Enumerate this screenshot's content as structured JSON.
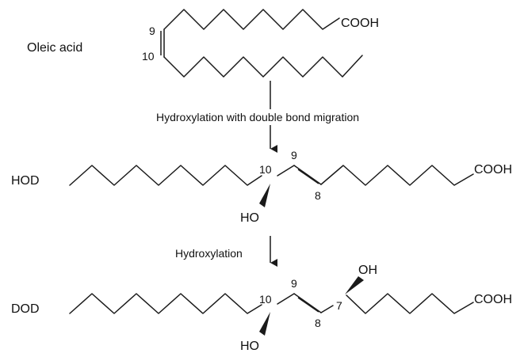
{
  "molecules": {
    "oleic": {
      "name": "Oleic acid",
      "cooh": "COOH",
      "c9": "9",
      "c10": "10"
    },
    "hod": {
      "name": "HOD",
      "cooh": "COOH",
      "c10": "10",
      "c9": "9",
      "c8": "8",
      "ho": "HO"
    },
    "dod": {
      "name": "DOD",
      "cooh": "COOH",
      "c10": "10",
      "c9": "9",
      "c8": "8",
      "c7": "7",
      "ho": "HO",
      "oh": "OH"
    }
  },
  "reactions": {
    "step1": "Hydroxylation with double bond migration",
    "step2": "Hydroxylation"
  },
  "colors": {
    "ink": "#111111",
    "background": "#ffffff"
  }
}
